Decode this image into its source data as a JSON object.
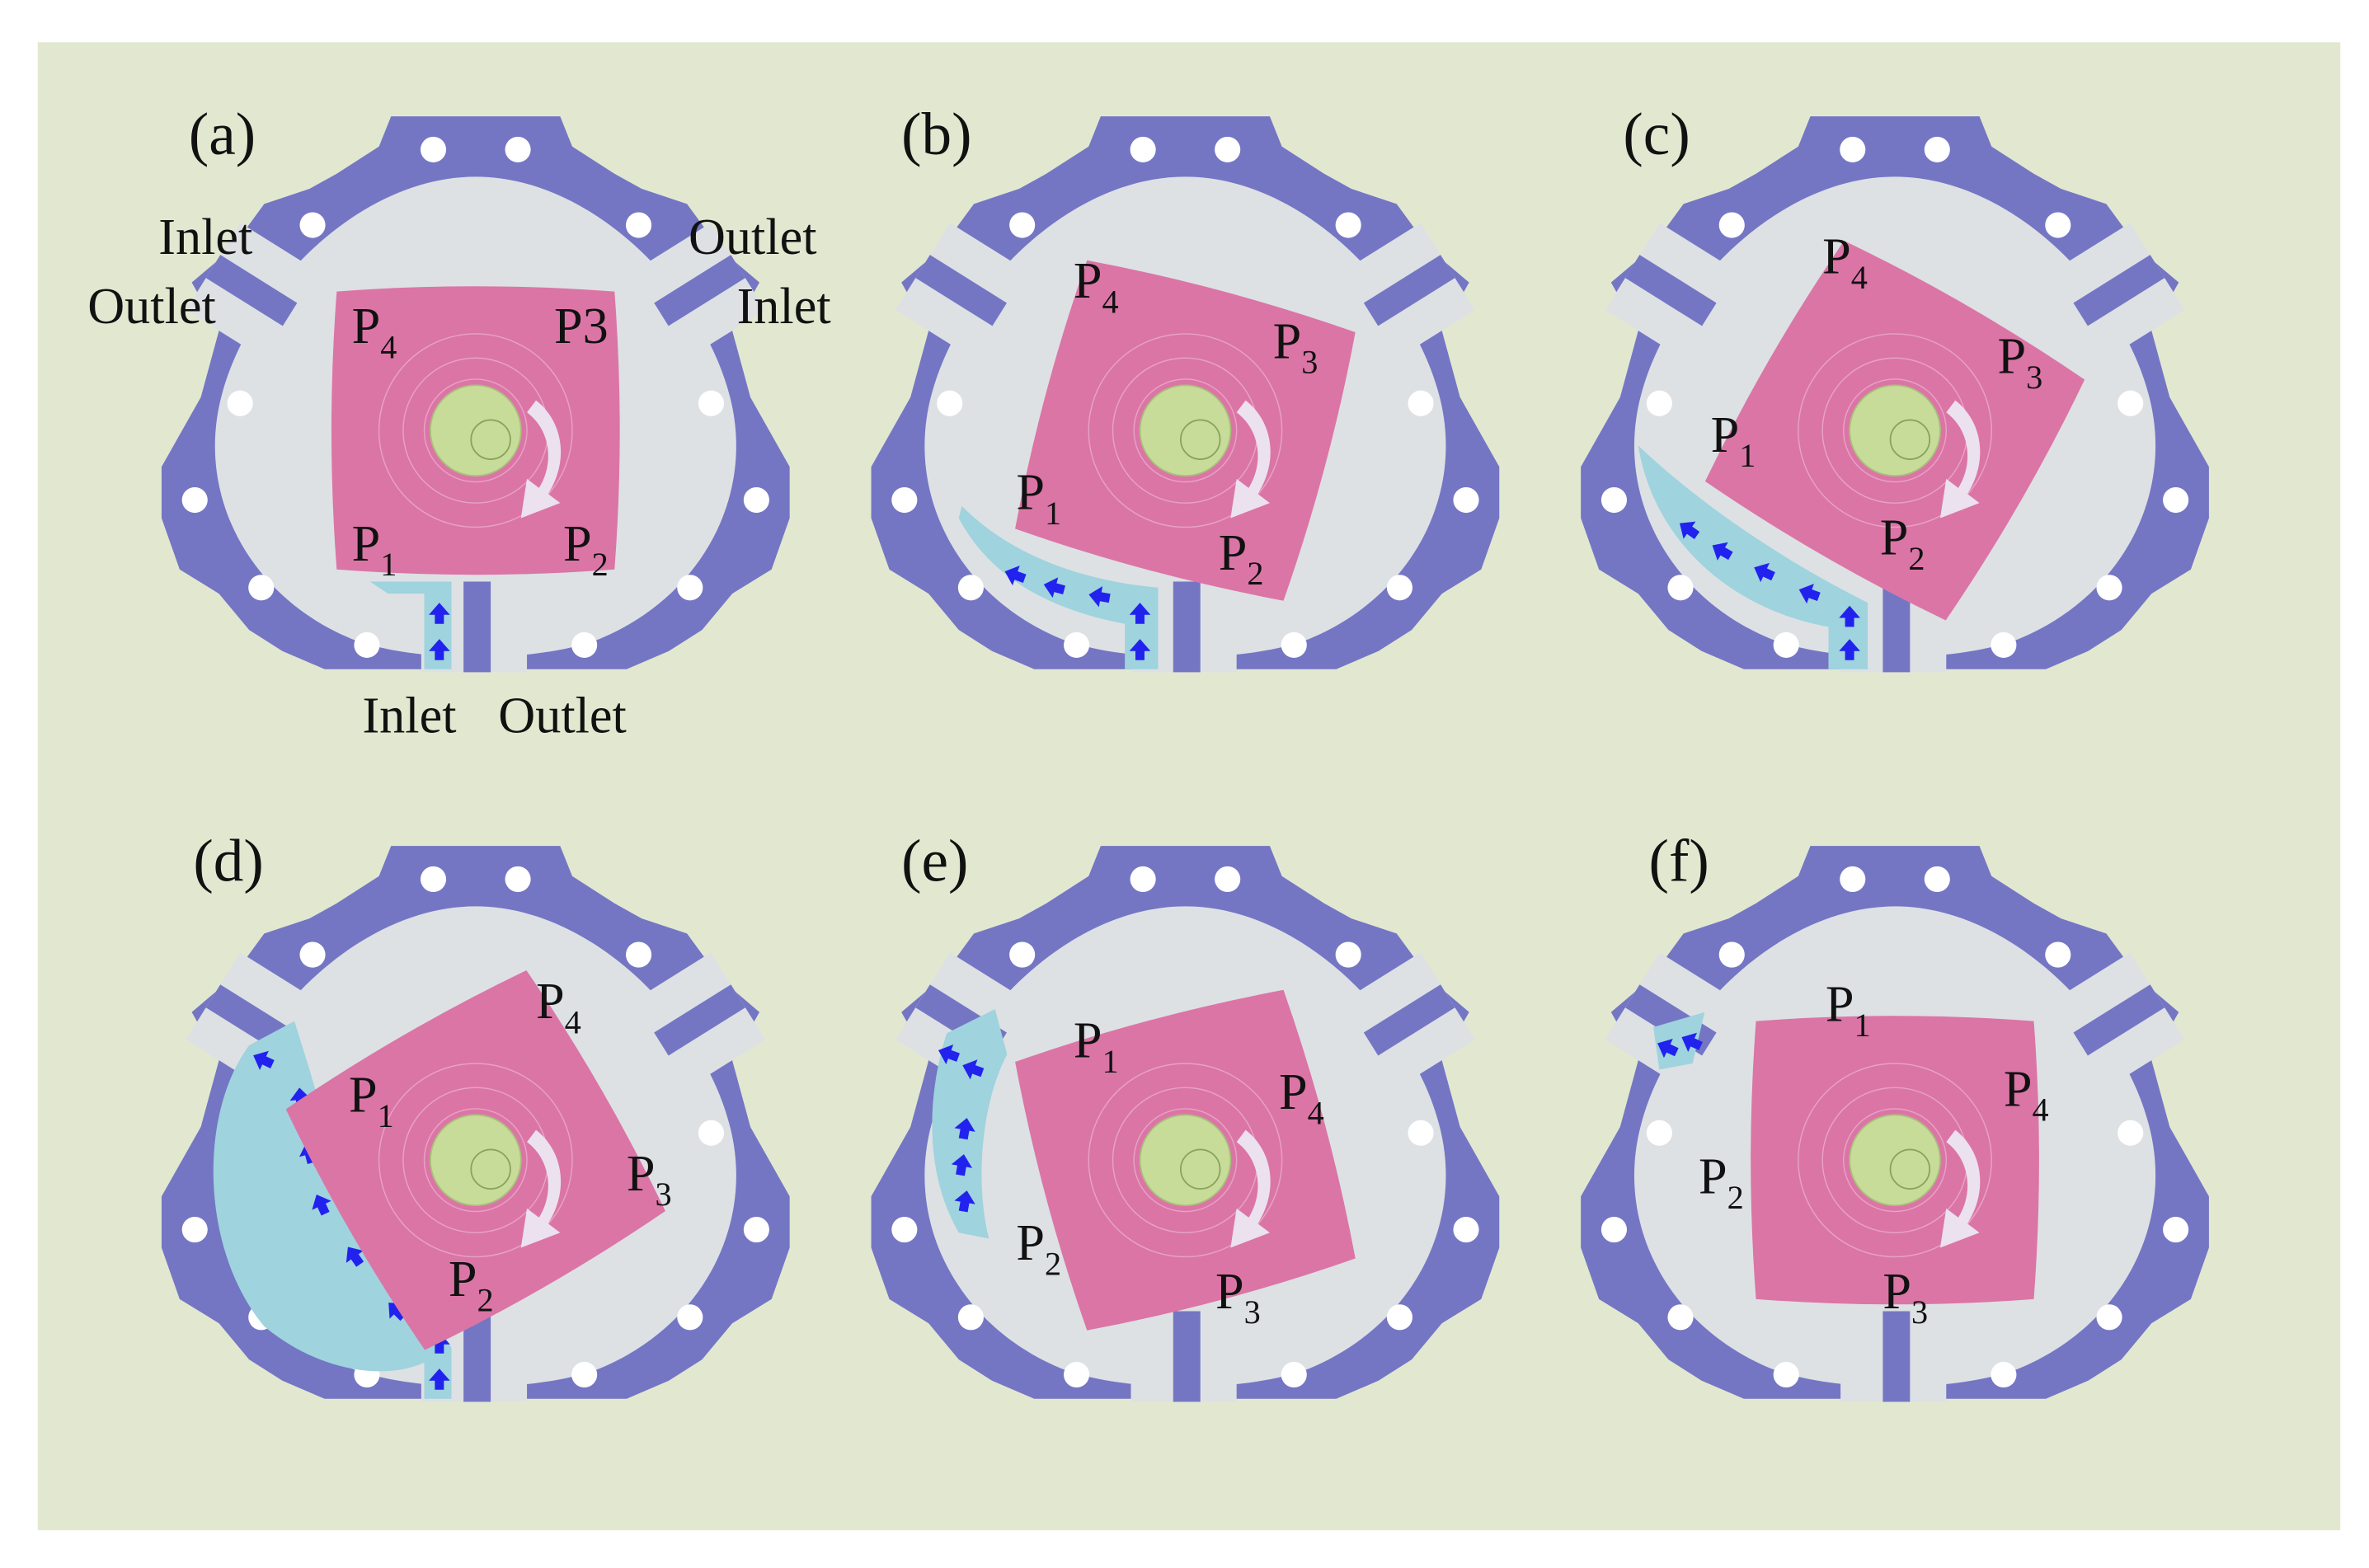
{
  "colors": {
    "background": "#e2e8d0",
    "housing": "#7476c4",
    "chamber": "#dde1e4",
    "rotor": "#db75a6",
    "shaft": "#c8dc9a",
    "fluid": "#9fd3de",
    "flow_arrow": "#2222ee",
    "rotation_arrow": "#ece1ef"
  },
  "port_labels": {
    "top_left_1": "Inlet",
    "top_left_2": "Outlet",
    "top_right_1": "Outlet",
    "top_right_2": "Inlet",
    "bottom_left": "Inlet",
    "bottom_right": "Outlet"
  },
  "panels": [
    {
      "tag": "(a)",
      "rotor_angle": 0,
      "fluid": "bottom-small",
      "corners": [
        {
          "main": "P",
          "sub": "4"
        },
        {
          "main": "P3",
          "sub": ""
        },
        {
          "main": "P",
          "sub": "2"
        },
        {
          "main": "P",
          "sub": "1"
        }
      ]
    },
    {
      "tag": "(b)",
      "rotor_angle": 15,
      "fluid": "bottom-left-band",
      "corners": [
        {
          "main": "P",
          "sub": "4"
        },
        {
          "main": "P",
          "sub": "3"
        },
        {
          "main": "P",
          "sub": "2"
        },
        {
          "main": "P",
          "sub": "1"
        }
      ]
    },
    {
      "tag": "(c)",
      "rotor_angle": 30,
      "fluid": "bottom-left-lens",
      "corners": [
        {
          "main": "P",
          "sub": "4"
        },
        {
          "main": "P",
          "sub": "3"
        },
        {
          "main": "P",
          "sub": "2"
        },
        {
          "main": "P",
          "sub": "1"
        }
      ]
    },
    {
      "tag": "(d)",
      "rotor_angle": 60,
      "fluid": "left-large",
      "corners": [
        {
          "main": "P",
          "sub": "1"
        },
        {
          "main": "P",
          "sub": "4"
        },
        {
          "main": "P",
          "sub": "3"
        },
        {
          "main": "P",
          "sub": "2"
        }
      ]
    },
    {
      "tag": "(e)",
      "rotor_angle": 75,
      "fluid": "left-thin",
      "corners": [
        {
          "main": "P",
          "sub": "1"
        },
        {
          "main": "P",
          "sub": "4"
        },
        {
          "main": "P",
          "sub": "3"
        },
        {
          "main": "P",
          "sub": "2"
        }
      ]
    },
    {
      "tag": "(f)",
      "rotor_angle": 90,
      "fluid": "upper-left-tiny",
      "corners": [
        {
          "main": "P",
          "sub": "1"
        },
        {
          "main": "P",
          "sub": "4"
        },
        {
          "main": "P",
          "sub": "3"
        },
        {
          "main": "P",
          "sub": "2"
        }
      ]
    }
  ]
}
